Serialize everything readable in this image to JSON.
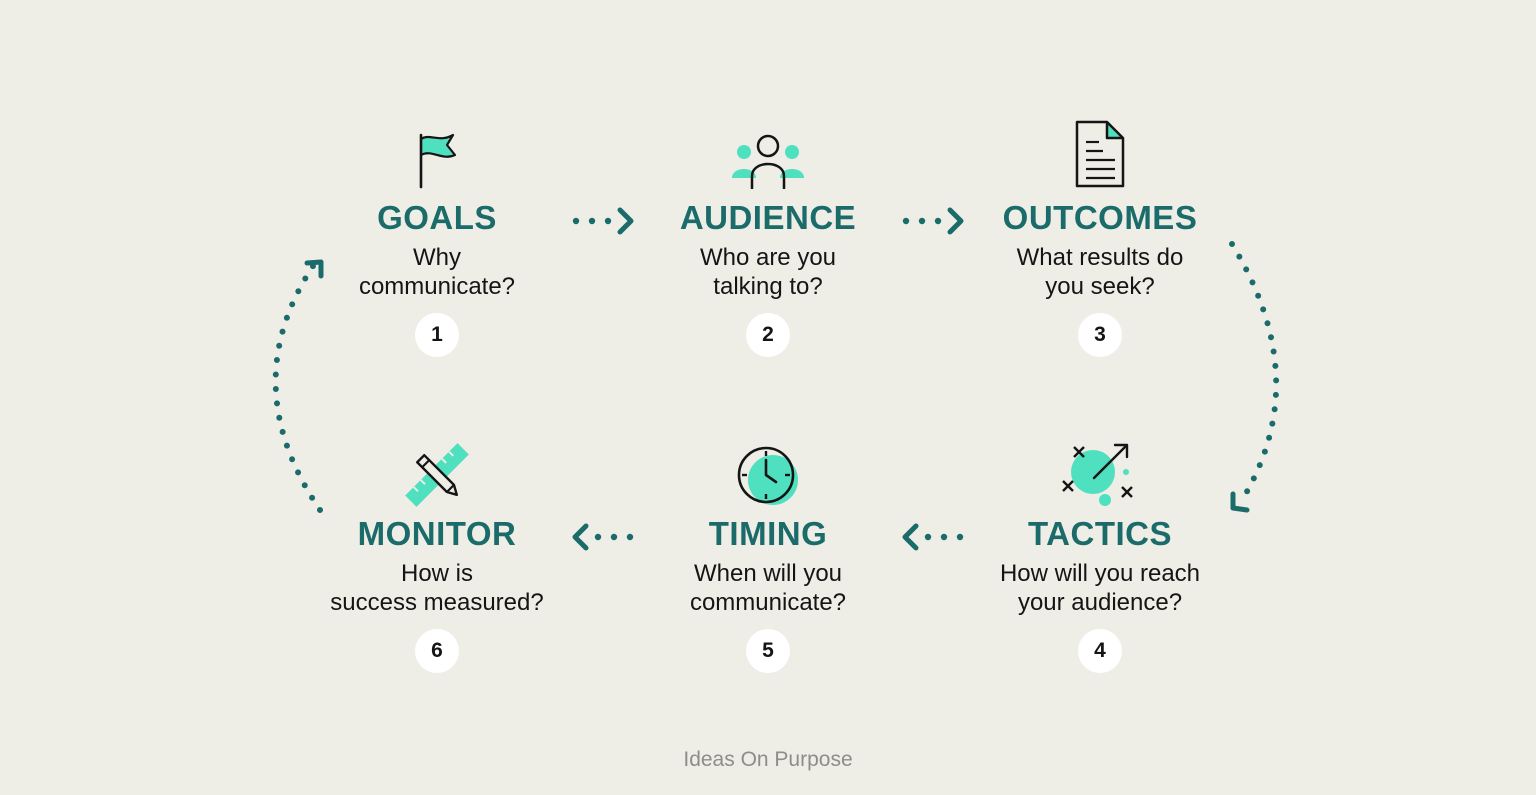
{
  "steps": [
    {
      "title": "GOALS",
      "question_lines": [
        "Why",
        "communicate?"
      ],
      "number": "1",
      "icon": "flag-icon"
    },
    {
      "title": "AUDIENCE",
      "question_lines": [
        "Who are you",
        "talking to?"
      ],
      "number": "2",
      "icon": "people-icon"
    },
    {
      "title": "OUTCOMES",
      "question_lines": [
        "What results do",
        "you seek?"
      ],
      "number": "3",
      "icon": "document-icon"
    },
    {
      "title": "TACTICS",
      "question_lines": [
        "How will you reach",
        "your audience?"
      ],
      "number": "4",
      "icon": "strategy-icon"
    },
    {
      "title": "TIMING",
      "question_lines": [
        "When will you",
        "communicate?"
      ],
      "number": "5",
      "icon": "clock-icon"
    },
    {
      "title": "MONITOR",
      "question_lines": [
        "How is",
        "success measured?"
      ],
      "number": "6",
      "icon": "ruler-pencil-icon"
    }
  ],
  "footer": "Ideas On Purpose",
  "colors": {
    "background": "#eeede6",
    "title": "#1a6b6a",
    "accent": "#4fe0c0",
    "text": "#151515",
    "number_bg": "#ffffff",
    "footer": "#8d8d8a"
  }
}
